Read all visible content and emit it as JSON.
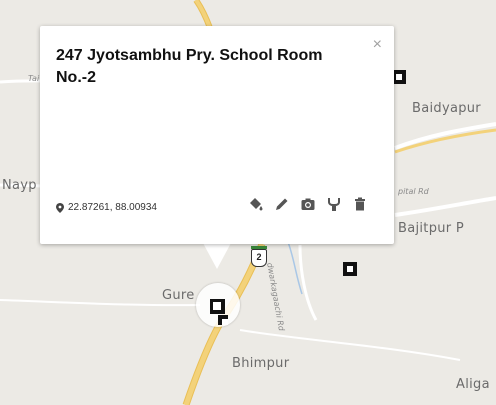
{
  "popup": {
    "title": "247 Jyotsambhu Pry. School Room No.-2",
    "coordinates": "22.87261, 88.00934",
    "close_glyph": "×",
    "actions": [
      "paint-bucket-icon",
      "pencil-icon",
      "camera-icon",
      "fork-icon",
      "trash-icon"
    ]
  },
  "map": {
    "place_labels": {
      "baidyapur": "Baidyapur",
      "bajitpur": "Bajitpur P",
      "gure": "Gure",
      "bhimpur": "Bhimpur",
      "aliga": "Aliga",
      "nayp": "Nayp"
    },
    "road_labels": {
      "tai": "Tai",
      "pital": "pital Rd",
      "dwarakgaachi": "dwarkagaachi Rd"
    },
    "route_shield": "2",
    "colors": {
      "background": "#eceae5",
      "road_major": "#f3d27a",
      "road_minor": "#ffffff",
      "water": "#a9c7e6",
      "marker": "#111111"
    }
  }
}
